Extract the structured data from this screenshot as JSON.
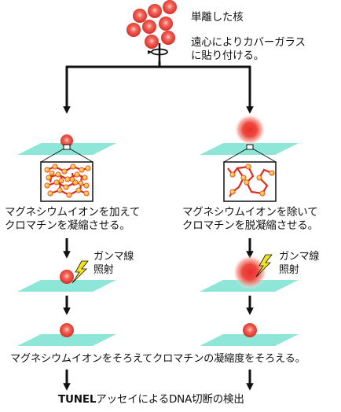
{
  "top": {
    "nuclei_label": "単離した核",
    "centrifuge_label_1": "遠心によりカバーガラス",
    "centrifuge_label_2": "に貼り付ける。"
  },
  "left": {
    "step_label_1": "マグネシウムイオンを加えて",
    "step_label_2": "クロマチンを凝縮させる。",
    "gamma_1": "ガンマ線",
    "gamma_2": "照射"
  },
  "right": {
    "step_label_1": "マグネシウムイオンを除いて",
    "step_label_2": "クロマチンを脱凝縮させる。",
    "gamma_1": "ガンマ線",
    "gamma_2": "照射"
  },
  "equalize_label": "マグネシウムイオンをそろえてクロマチンの凝縮度をそろえる。",
  "detection": {
    "bold_part": "TUNEL",
    "rest": "アッセイによるDNA切断の検出"
  },
  "colors": {
    "nucleus": "#e8302a",
    "slide": "#7fe3d3",
    "chromatin_beads": "#f0a020",
    "chromatin_fiber": "#e02a1e",
    "lightning": "#f4e21a"
  }
}
